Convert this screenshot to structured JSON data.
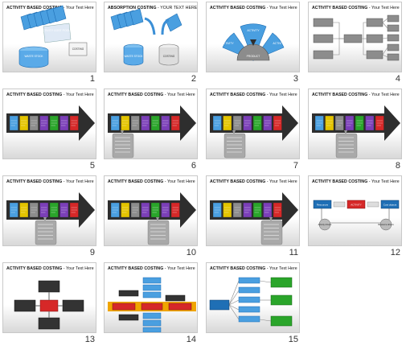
{
  "colors": {
    "blue": "#4a9fe0",
    "dark_blue": "#1f6fb5",
    "gray_box": "#8c8c8c",
    "arrow": "#2e2e2e",
    "red": "#d62828",
    "green": "#2aa52a",
    "purple": "#7b3fb8",
    "yellow": "#e3c400",
    "orange": "#f0a500"
  },
  "slides": [
    {
      "number": "1",
      "title_bold": "ACTIVITY BASED COSTING",
      "title_rest": " - Your Text Here",
      "labels": [
        "ACTIVITY COST POOLS",
        "WASTE STOCK",
        "COSTING"
      ]
    },
    {
      "number": "2",
      "title_bold": "ABSORPTION COSTING",
      "title_rest": " - YOUR TEXT HERE",
      "labels": [
        "WASTE STOCK",
        "COSTING"
      ]
    },
    {
      "number": "3",
      "title_bold": "ACTIVITY BASED COSTING",
      "title_rest": " - Your Text Here",
      "labels": [
        "ACTIVITY",
        "ACTIVITY",
        "ACTIVITY",
        "PRODUCT"
      ]
    },
    {
      "number": "4",
      "title_bold": "ACTIVITY BASED COSTING",
      "title_rest": " - Your Text Here"
    },
    {
      "number": "5",
      "title_bold": "ACTIVITY BASED COSTING",
      "title_rest": " - Your Text Here"
    },
    {
      "number": "6",
      "title_bold": "ACTIVITY BASED COSTING",
      "title_rest": " - Your Text Here"
    },
    {
      "number": "7",
      "title_bold": "ACTIVITY BASED COSTING",
      "title_rest": " - Your Text Here"
    },
    {
      "number": "8",
      "title_bold": "ACTIVITY BASED COSTING",
      "title_rest": " - Your Text Here"
    },
    {
      "number": "9",
      "title_bold": "ACTIVITY BASED COSTING",
      "title_rest": " - Your Text Here"
    },
    {
      "number": "10",
      "title_bold": "ACTIVITY BASED COSTING",
      "title_rest": " - Your Text Here"
    },
    {
      "number": "11",
      "title_bold": "ACTIVITY BASED COSTING",
      "title_rest": " - Your Text Here"
    },
    {
      "number": "12",
      "title_bold": "ACTIVITY BASED COSTING",
      "title_rest": " - Your Text Here",
      "labels": [
        "Resources",
        "ACTIVITY",
        "Cost objects",
        "Activity drivers",
        "Resource drivers"
      ]
    },
    {
      "number": "13",
      "title_bold": "ACTIVITY BASED COSTING",
      "title_rest": " - Your Text Here"
    },
    {
      "number": "14",
      "title_bold": "ACTIVITY BASED COSTING",
      "title_rest": " - Your Text Here"
    },
    {
      "number": "15",
      "title_bold": "ACTIVITY BASED COSTING",
      "title_rest": " - Your Text Here"
    }
  ]
}
